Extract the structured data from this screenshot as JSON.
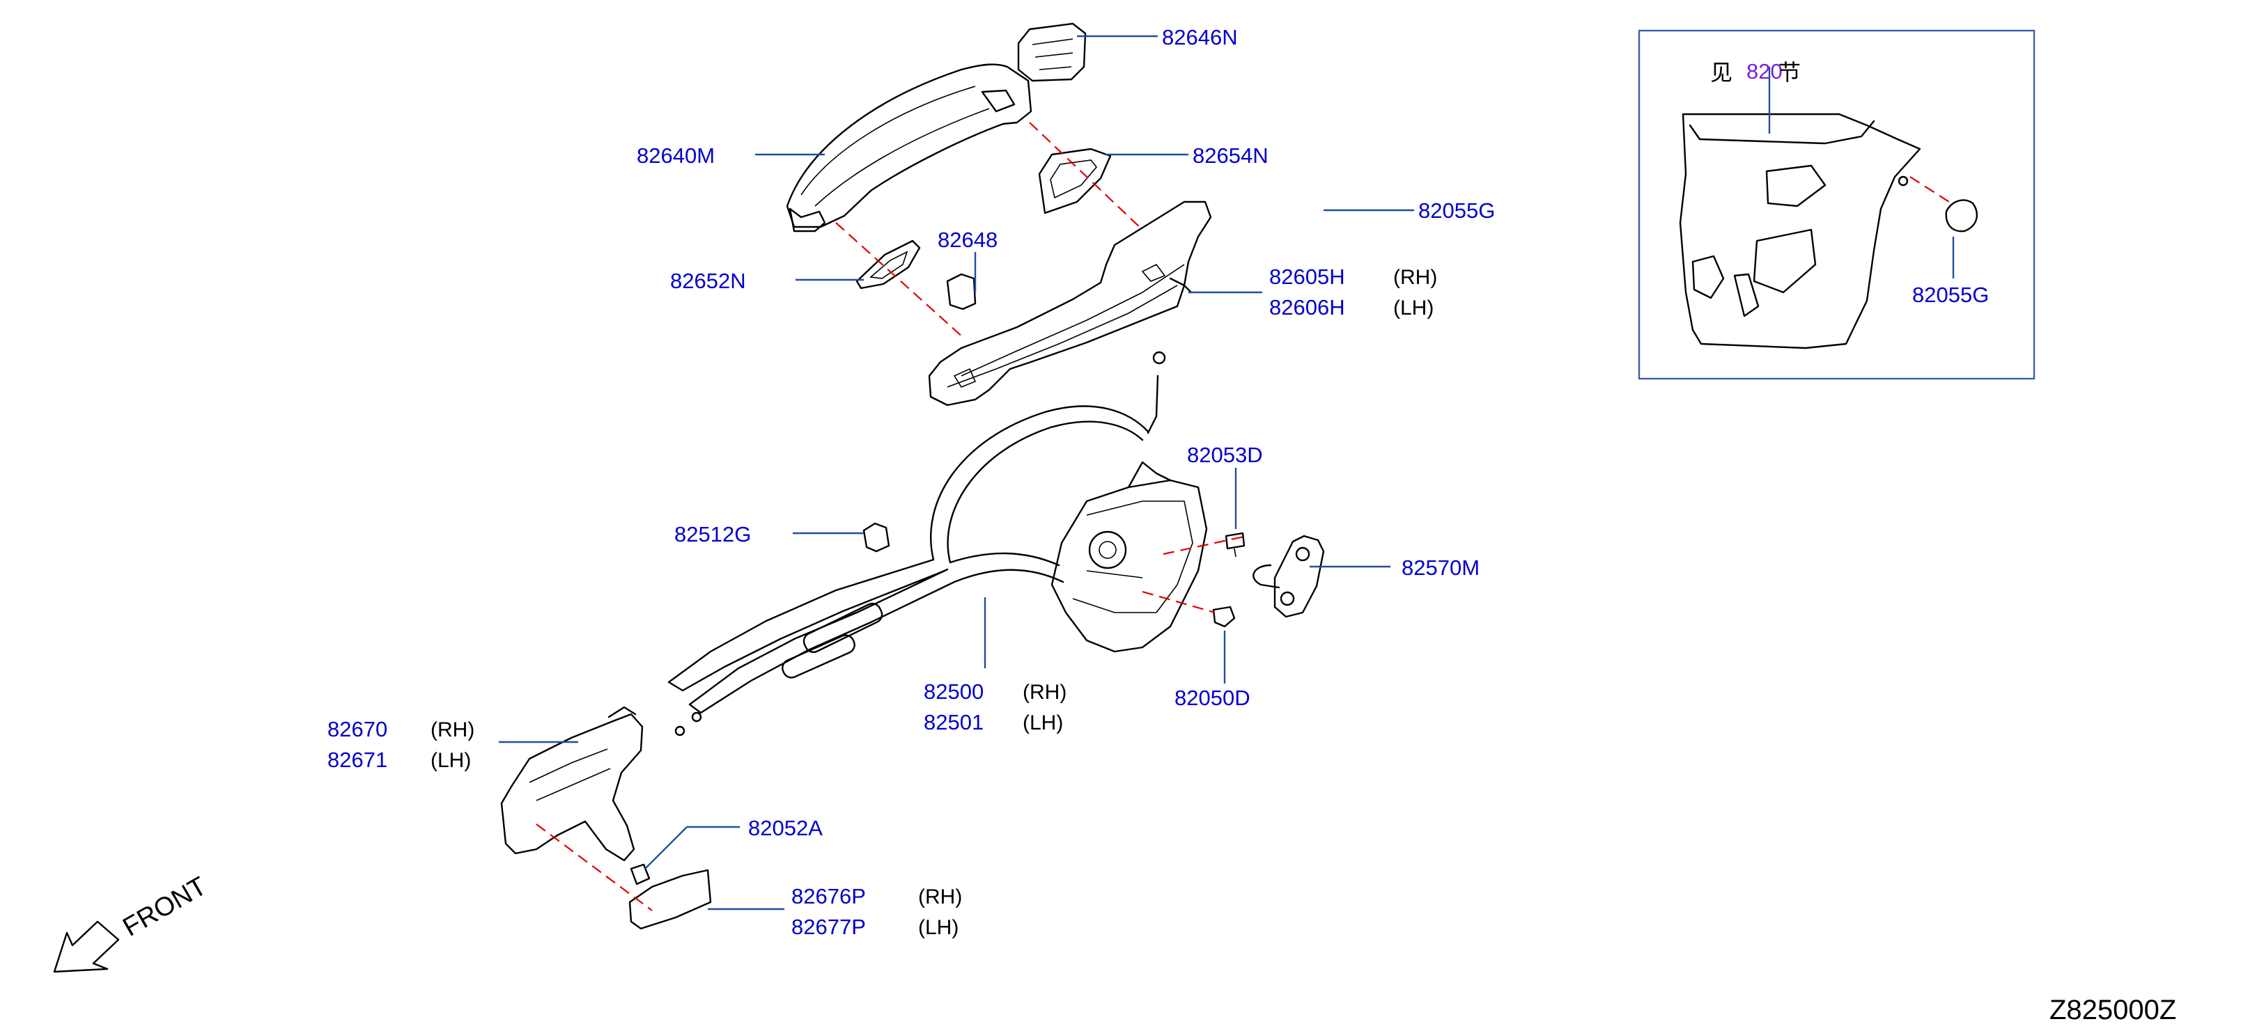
{
  "diagram": {
    "drawing_code": "Z825000Z",
    "front_label": "FRONT",
    "inset": {
      "ref_prefix": "见",
      "ref_number": "820",
      "ref_suffix": "节",
      "part": "82055G"
    },
    "parts": [
      {
        "id": "82646N"
      },
      {
        "id": "82640M"
      },
      {
        "id": "82654N"
      },
      {
        "id": "82055G"
      },
      {
        "id": "82648"
      },
      {
        "id": "82652N"
      },
      {
        "id": "82605H",
        "side": "(RH)"
      },
      {
        "id": "82606H",
        "side": "(LH)"
      },
      {
        "id": "82053D"
      },
      {
        "id": "82512G"
      },
      {
        "id": "82570M"
      },
      {
        "id": "82500",
        "side": "(RH)"
      },
      {
        "id": "82501",
        "side": "(LH)"
      },
      {
        "id": "82050D"
      },
      {
        "id": "82670",
        "side": "(RH)"
      },
      {
        "id": "82671",
        "side": "(LH)"
      },
      {
        "id": "82052A"
      },
      {
        "id": "82676P",
        "side": "(RH)"
      },
      {
        "id": "82677P",
        "side": "(LH)"
      }
    ]
  }
}
